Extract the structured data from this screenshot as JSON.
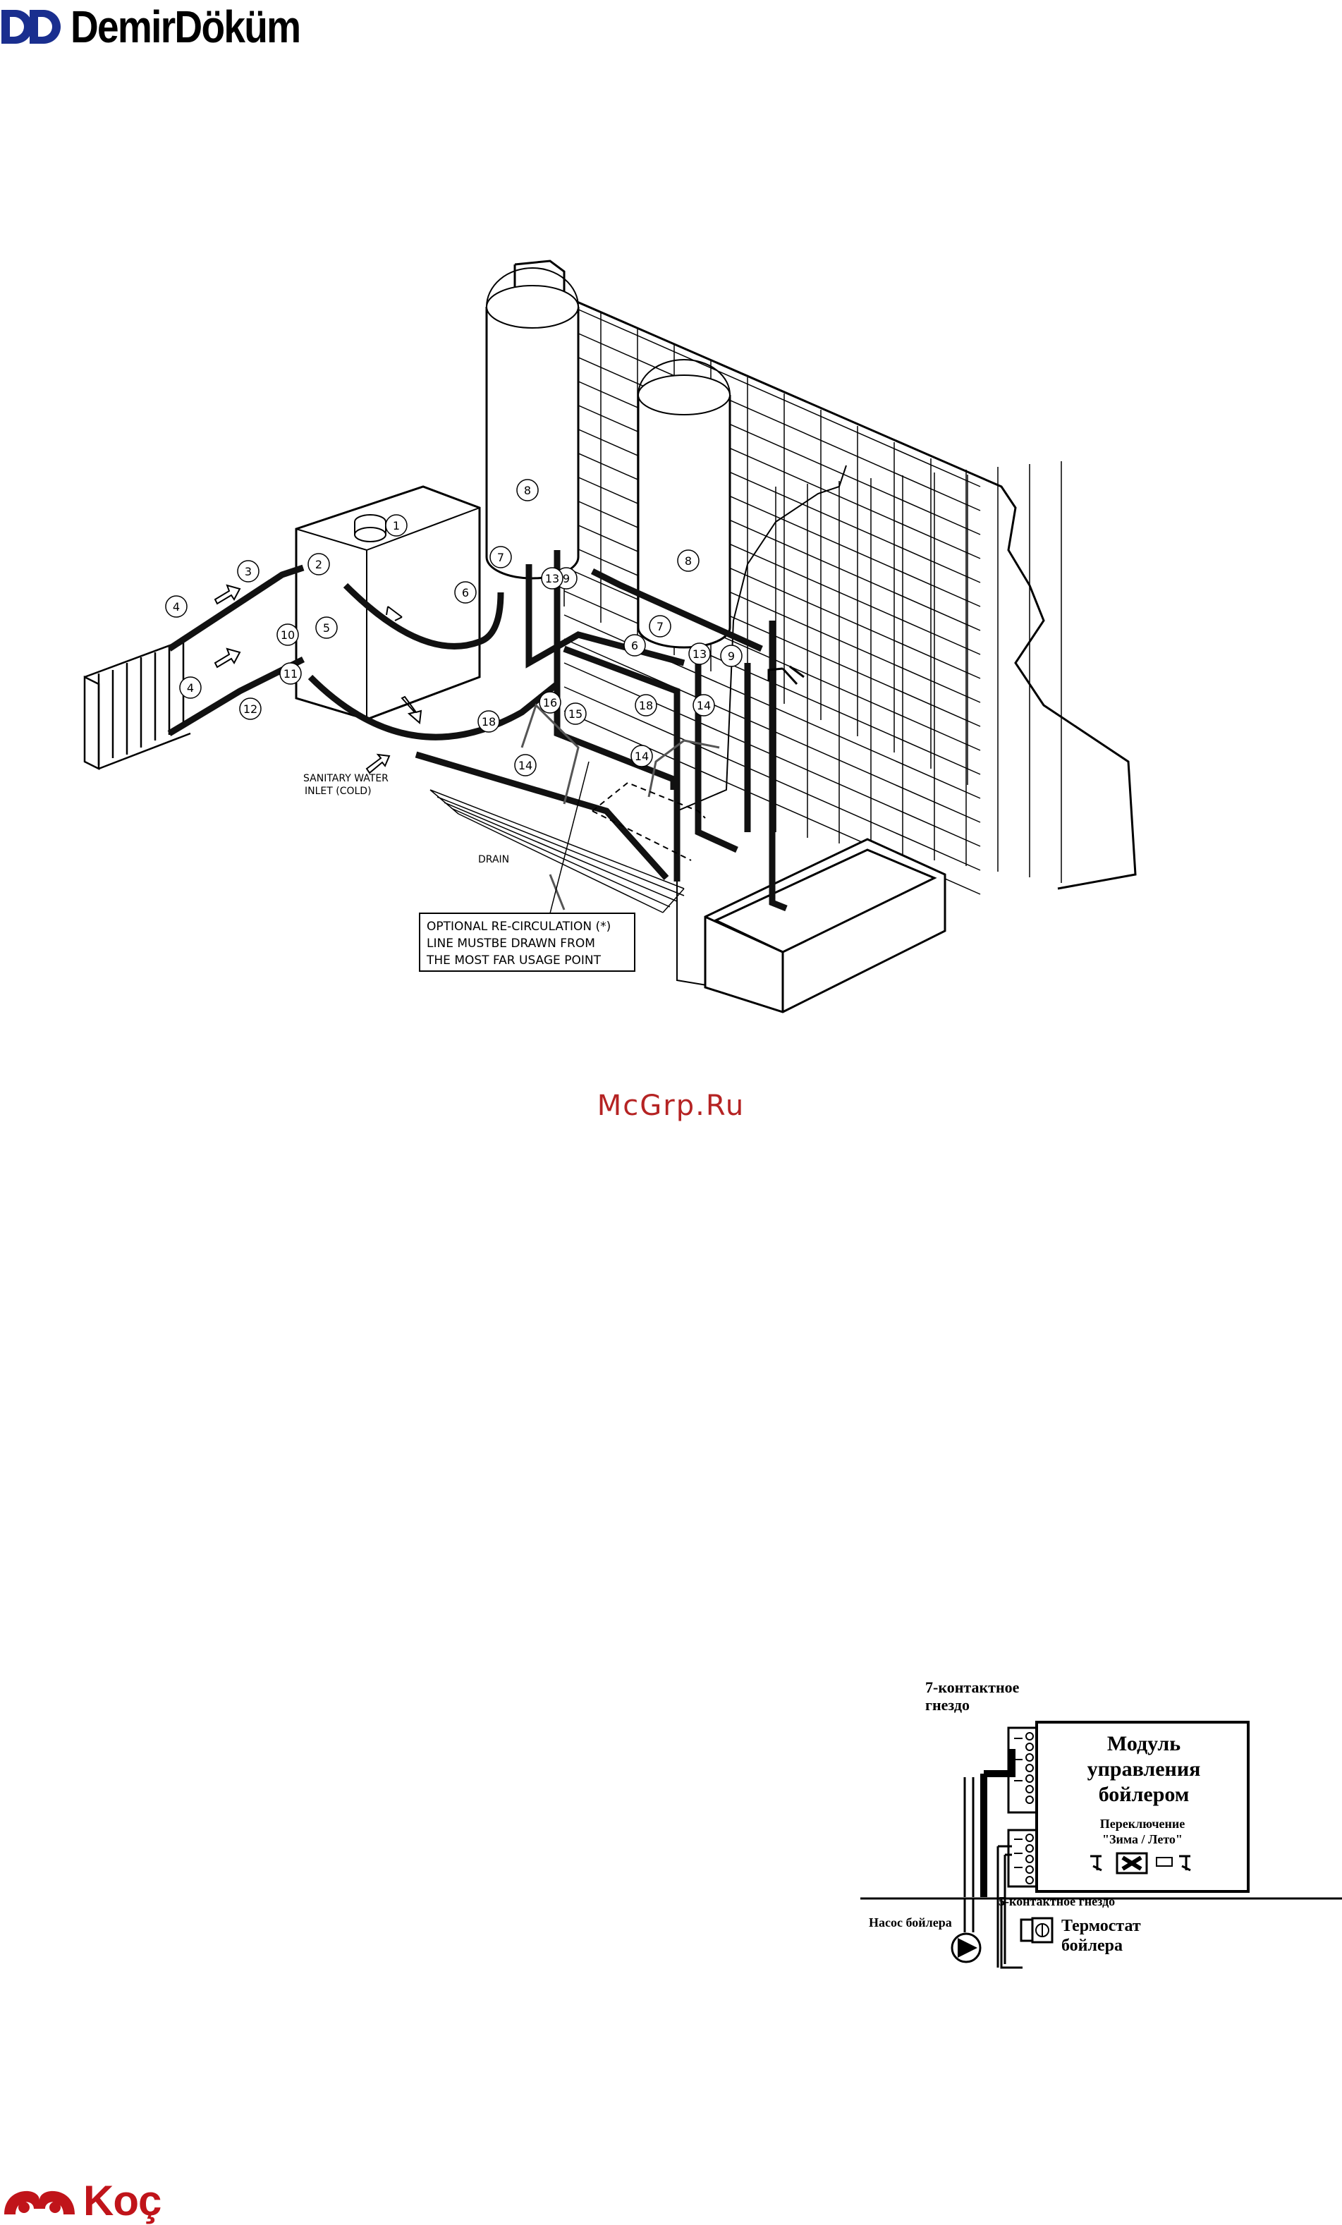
{
  "header": {
    "brand": "DemirDöküm"
  },
  "installation": {
    "callouts": [
      "1",
      "2",
      "3",
      "4",
      "4",
      "5",
      "6",
      "6",
      "7",
      "7",
      "8",
      "8",
      "9",
      "9",
      "10",
      "11",
      "12",
      "13",
      "13",
      "14",
      "14",
      "14",
      "15",
      "16",
      "18",
      "18"
    ],
    "sanitary_inlet_line1": "SANITARY WATER",
    "sanitary_inlet_line2": "INLET (COLD)",
    "drain_label": "DRAIN",
    "note_line1": "OPTIONAL RE-CIRCULATION (*)",
    "note_line2": "LINE MUSTBE DRAWN FROM",
    "note_line3": "THE MOST FAR USAGE POINT"
  },
  "watermark": {
    "text": "McGrp.Ru",
    "color": "#b52323"
  },
  "wiring": {
    "socket7_line1": "7-контактное",
    "socket7_line2": "гнездо",
    "module_line1": "Модуль",
    "module_line2": "управления",
    "module_line3": "бойлером",
    "switch_line1": "Переключение",
    "switch_line2": "\"Зима / Лето\"",
    "socket5_label": "5-контактное гнездо",
    "pump_label": "Насос бойлера",
    "thermostat_line1": "Термостат",
    "thermostat_line2": "бойлера"
  },
  "footer": {
    "brand": "Koç",
    "brand_color": "#c0141a"
  }
}
